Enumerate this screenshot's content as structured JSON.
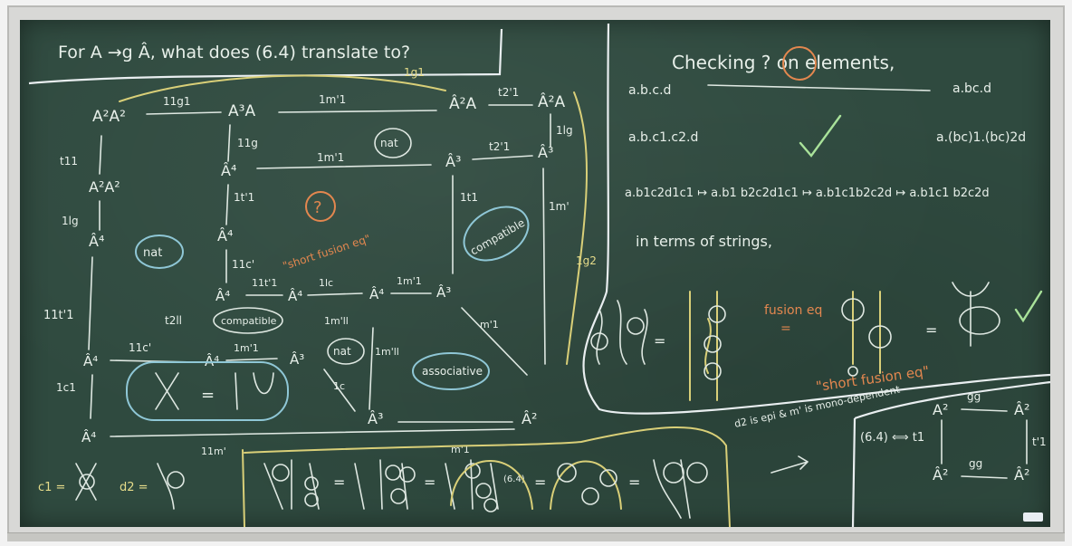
{
  "header_question": "For A →g Â, what does (6.4) translate to?",
  "right_title": "Checking ? on elements,",
  "strings_note": "in terms of strings,",
  "labels": {
    "nat1": "nat",
    "nat2": "nat",
    "nat3": "nat",
    "compatible1": "compatible",
    "compatible2": "compatible",
    "associative": "associative",
    "short_fusion1": "\"short fusion eq\"",
    "short_fusion2": "\"short fusion eq\"",
    "fusion_eq": "fusion eq",
    "question_mark": "?"
  },
  "elements": {
    "row1_left": "a.b.c.d",
    "row1_right": "a.bc.d",
    "row2_left": "a.b.c1.c2.d",
    "row2_right": "a.(bc)1.(bc)2d",
    "row3": "a.b1c2d1c1 ↦ a.b1 b2c2d1c1 ↦ a.b1c1b2c2d ↦ a.b1c1 b2c2d"
  },
  "commutative": {
    "top_left": "A²",
    "top_right": "Â²",
    "bottom_left": "Â²",
    "bottom_right": "Â²",
    "top_arrow": "gg",
    "bottom_arrow": "gg",
    "left_label": "(6.4) ⟺ t1",
    "right_label": "t'1"
  },
  "bottom_note": "d2 is epi & m' is mono-dependent",
  "diagram_nodes": [
    "A²A²",
    "A³A",
    "Â²A",
    "Â²A",
    "A²A²",
    "Â⁴",
    "Â³",
    "Â³",
    "Â⁴",
    "Â⁴",
    "Â⁴",
    "Â⁴",
    "Â⁴",
    "Â³",
    "Â⁴",
    "Â⁴",
    "Â³",
    "Â³",
    "Â²",
    "Â⁴"
  ],
  "diagram_arrows": [
    "11g1",
    "1m'1",
    "1g1",
    "t2'1",
    "t11",
    "1lg",
    "1m'1",
    "t2'1",
    "1lg",
    "11g",
    "1t'1",
    "1t1",
    "1m'",
    "1g2",
    "11c'",
    "11t'1",
    "1lc",
    "1m'1",
    "11t'1",
    "t2ll",
    "1m'll",
    "11c'",
    "1m'1",
    "1c",
    "1m'll",
    "m'1",
    "1c1",
    "m'1",
    "11m'"
  ],
  "string_labels": [
    "c1 =",
    "d2 ="
  ]
}
